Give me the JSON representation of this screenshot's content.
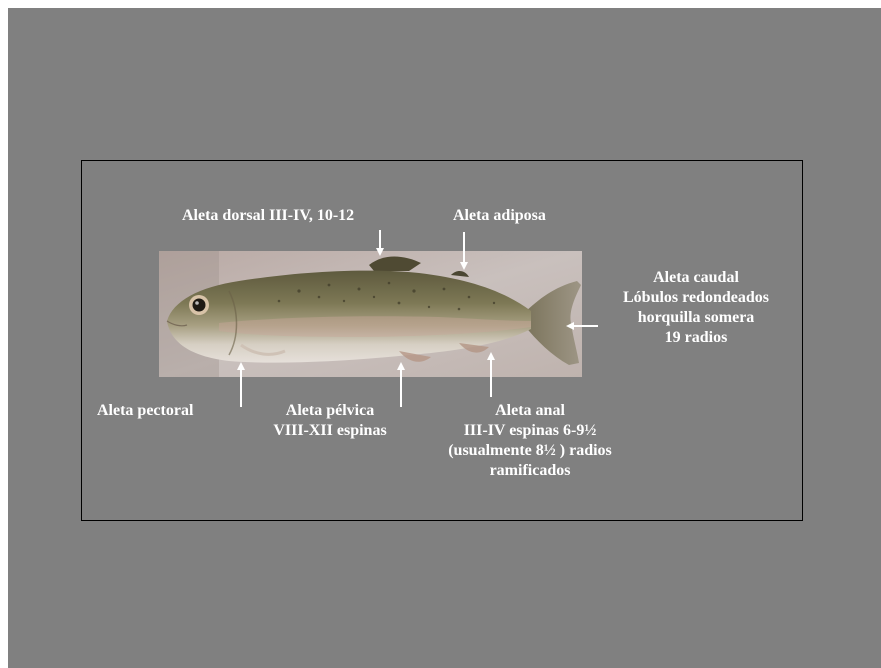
{
  "labels": {
    "dorsal": "Aleta dorsal III-IV, 10-12",
    "adiposa": "Aleta adiposa",
    "caudal": [
      "Aleta caudal",
      "Lóbulos redondeados",
      "horquilla somera",
      "19 radios"
    ],
    "pectoral": "Aleta pectoral",
    "pelvica": [
      "Aleta pélvica",
      "VIII-XII espinas"
    ],
    "anal": [
      "Aleta anal",
      "III-IV espinas 6-9½",
      "(usualmente 8½ ) radios",
      "ramificados"
    ]
  },
  "colors": {
    "slide_bg": "#808080",
    "label_text": "#ffffff",
    "frame_border": "#000000"
  }
}
